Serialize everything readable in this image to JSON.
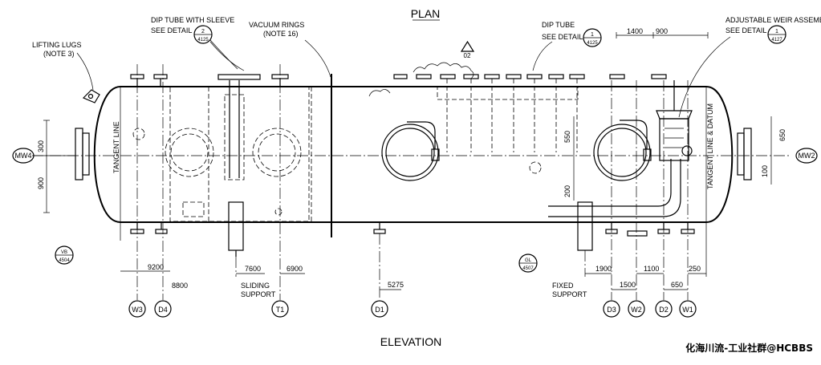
{
  "title": "PLAN",
  "subtitle": "ELEVATION",
  "watermark": "化海川流-工业社群@HCBBS",
  "notes": {
    "lifting_lugs": [
      "LIFTING LUGS",
      "(NOTE 3)"
    ],
    "dip_tube_sleeve": [
      "DIP TUBE WITH SLEEVE",
      "SEE DETAIL"
    ],
    "vacuum_rings": [
      "VACUUM RINGS",
      "(NOTE 16)"
    ],
    "dip_tube": [
      "DIP TUBE",
      "SEE DETAIL"
    ],
    "weir": [
      "ADJUSTABLE WEIR ASSEMBLY",
      "SEE DETAIL"
    ],
    "sliding": [
      "SLIDING",
      "SUPPORT"
    ],
    "fixed": [
      "FIXED",
      "SUPPORT"
    ],
    "tangent_left": "TANGENT LINE",
    "tangent_right": "TANGENT LINE & DATUM"
  },
  "details": {
    "sleeve": {
      "num": "2",
      "ref": "4125"
    },
    "dip": {
      "num": "1",
      "ref": "4125"
    },
    "weir": {
      "num": "1",
      "ref": "4127"
    },
    "vb": {
      "num": "VB",
      "ref": "4504"
    },
    "gl": {
      "num": "GL",
      "ref": "4507"
    }
  },
  "revision": "02",
  "manways": {
    "left": "MW4",
    "right": "MW2"
  },
  "dimensions": {
    "d1400": "1400",
    "d900t": "900",
    "d300": "300",
    "d900": "900",
    "d550": "550",
    "d200": "200",
    "d650": "650",
    "d100": "100",
    "d9200": "9200",
    "d8800": "8800",
    "d7600": "7600",
    "d6900": "6900",
    "d5275": "5275",
    "d1900": "1900",
    "d1500": "1500",
    "d1100": "1100",
    "d650b": "650",
    "d250": "250"
  },
  "nozzles": [
    "W3",
    "D4",
    "T1",
    "D1",
    "D3",
    "W2",
    "D2",
    "W1"
  ]
}
